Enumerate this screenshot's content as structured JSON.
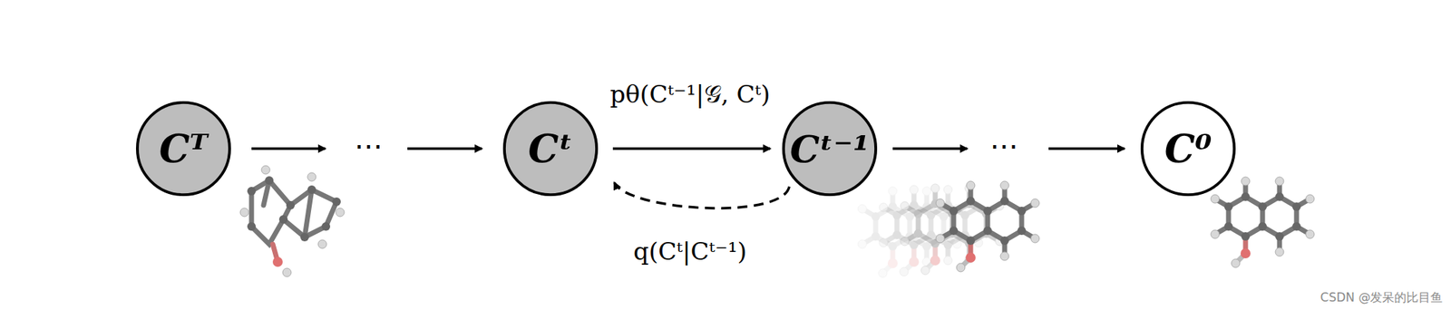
{
  "diagram": {
    "nodes": [
      {
        "text": [
          "Cᵀ"
        ]
      },
      {
        "text": [
          "Cᵗ"
        ]
      },
      {
        "text": [
          "Cᵗ⁻¹"
        ]
      },
      {
        "text": [
          "C⁰"
        ]
      }
    ],
    "edges": [
      {
        "from": 1,
        "to": 2,
        "label": "pθ(Cᵗ⁻¹|𝒢, Cᵗ)",
        "arrow": "to"
      },
      {
        "from": 2,
        "to": 1,
        "label": "q(Cᵗ|Cᵗ⁻¹)",
        "arrow": "to"
      }
    ],
    "labels": [
      "⋯",
      "⋯",
      "CSDN @发呆的比目鱼"
    ]
  }
}
